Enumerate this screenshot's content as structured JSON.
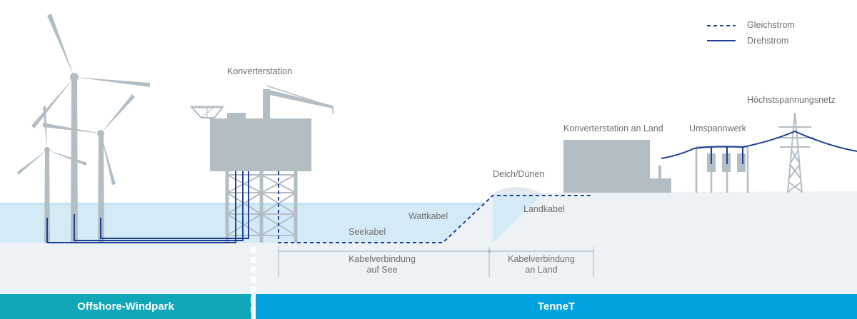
{
  "legend": {
    "dc_label": "Gleichstrom",
    "ac_label": "Drehstrom"
  },
  "labels": {
    "offshore_converter": "Konverterstation",
    "onshore_converter": "Konverterstation an Land",
    "substation": "Umspannwerk",
    "grid": "Höchstspannungsnetz",
    "dike": "Deich/Dünen",
    "sea_cable": "Seekabel",
    "mudflat_cable": "Wattkabel",
    "land_cable": "Landkabel",
    "span_sea_line1": "Kabelverbindung",
    "span_sea_line2": "auf See",
    "span_land_line1": "Kabelverbindung",
    "span_land_line2": "an Land"
  },
  "bands": {
    "left": "Offshore-Windpark",
    "right": "TenneT"
  },
  "colors": {
    "cable": "#1f3f96",
    "structure": "#b3bdc4",
    "sea": "#d4ebf7",
    "seabed": "#edf2f7",
    "land": "#edf2f7",
    "band_left": "#12a7b8",
    "band_right": "#00a3e0"
  }
}
